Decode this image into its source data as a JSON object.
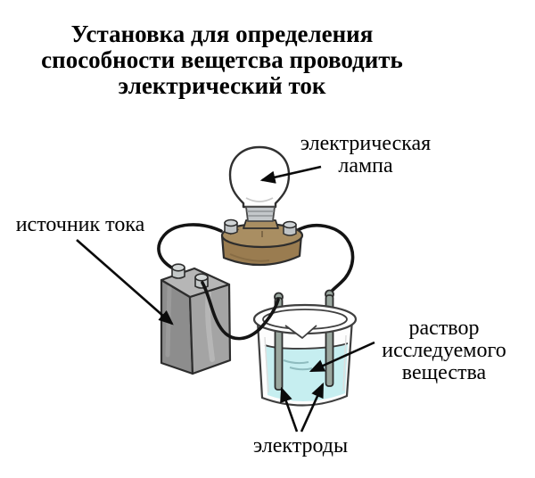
{
  "title": "Установка для определения\nспособности вещетсва проводить\nэлектрический ток",
  "labels": {
    "lamp": "электрическая\nлампа",
    "source": "источник тока",
    "solution": "раствор\nисследуемого\nвещества",
    "electrodes": "электроды"
  },
  "colors": {
    "background": "#ffffff",
    "text": "#000000",
    "wire": "#141414",
    "outline": "#2d2d2d",
    "lamp_base_top": "#a98e62",
    "lamp_base_front": "#9a7c50",
    "bulb_fill": "#ffffff",
    "bulb_band": "#c4c8cb",
    "battery_left_face": "#8d8d8d",
    "battery_right_face": "#a4a4a4",
    "battery_top_face": "#b6b6b6",
    "terminal": "#c4c8c8",
    "beaker_glass": "#fdfdfd",
    "liquid": "#c6eef0",
    "electrode": "#9aa79f",
    "arrow": "#0a0a0a"
  }
}
